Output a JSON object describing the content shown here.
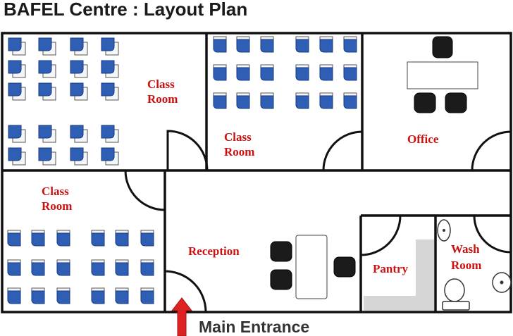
{
  "title": "BAFEL Centre  :  Layout Plan",
  "rooms": {
    "classroom_top_left": [
      "Class",
      "Room"
    ],
    "classroom_top_middle": [
      "Class",
      "Room"
    ],
    "office": "Office",
    "classroom_bottom_left": [
      "Class",
      "Room"
    ],
    "reception": "Reception",
    "pantry": "Pantry",
    "washroom": [
      "Wash",
      "Room"
    ]
  },
  "entrance": "Main Entrance",
  "colors": {
    "wall": "#111111",
    "label": "#cc1111",
    "seat": "#2e5fb5",
    "chair": "#1b1b1b",
    "arrow": "#dd2222"
  }
}
